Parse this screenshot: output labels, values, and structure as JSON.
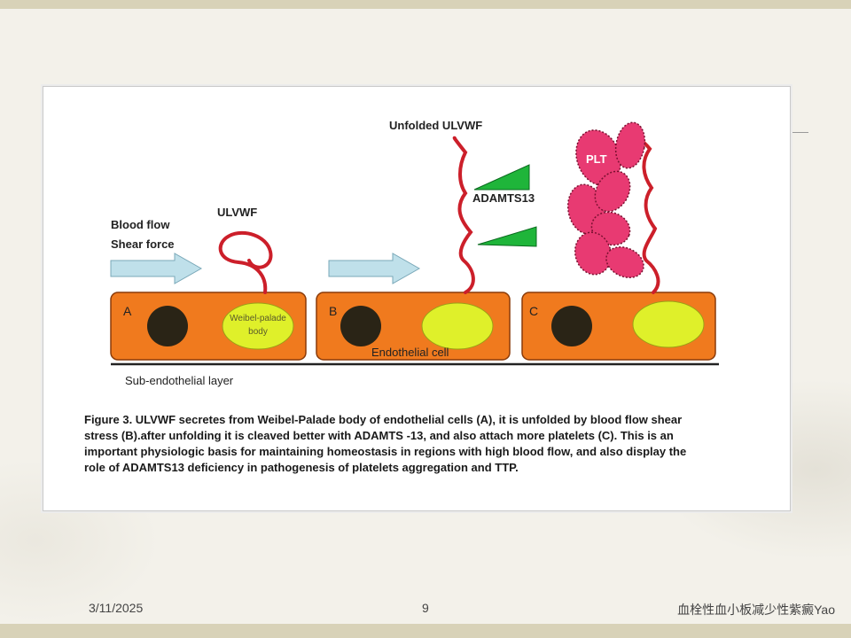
{
  "slide": {
    "date": "3/11/2025",
    "page_number": "9",
    "footer_title": "血栓性血小板减少性紫癜Yao"
  },
  "figure": {
    "labels": {
      "blood_flow": "Blood flow",
      "shear_force": "Shear force",
      "ulvwf": "ULVWF",
      "unfolded_ulvwf": "Unfolded ULVWF",
      "adamts13": "ADAMTS13",
      "plt": "PLT",
      "weibel_palade_line1": "Weibel-palade",
      "weibel_palade_line2": "body",
      "endothelial_cell": "Endothelial cell",
      "sub_endothelial_layer": "Sub-endothelial layer",
      "panel_a": "A",
      "panel_b": "B",
      "panel_c": "C"
    },
    "caption": "Figure 3. ULVWF secretes from Weibel-Palade body of endothelial cells (A), it is unfolded by blood flow shear stress (B).after unfolding it is cleaved better with ADAMTS -13, and also attach more platelets (C). This is an important physiologic basis for maintaining homeostasis in regions with high blood flow, and also display the role of ADAMTS13 deficiency in pathogenesis of platelets aggregation and TTP.",
    "colors": {
      "cell": "#f07a1e",
      "nucleus": "#2a2416",
      "weibel_palade": "#dff02a",
      "ulvwf": "#cc1f2a",
      "platelet": "#e83a72",
      "adamts13": "#1fb53a",
      "arrow": "#bfe0ea"
    }
  }
}
